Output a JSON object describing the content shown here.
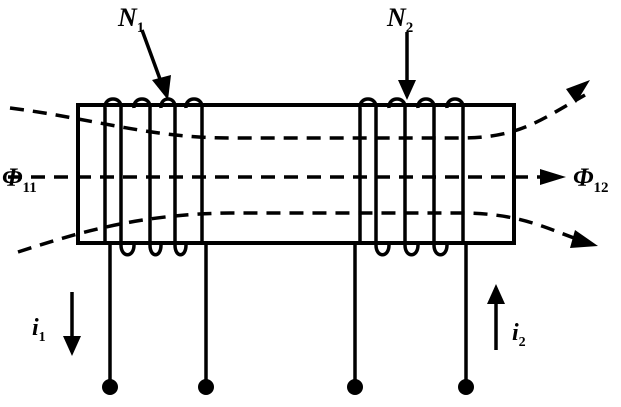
{
  "labels": {
    "coil1": {
      "main": "N",
      "sub": "1"
    },
    "coil2": {
      "main": "N",
      "sub": "2"
    },
    "flux_left": {
      "main": "Φ",
      "sub": "11"
    },
    "flux_right": {
      "main": "Φ",
      "sub": "12"
    },
    "current1": {
      "main": "i",
      "sub": "1"
    },
    "current2": {
      "main": "i",
      "sub": "2"
    }
  },
  "colors": {
    "ink": "#000000",
    "background": "#ffffff"
  }
}
